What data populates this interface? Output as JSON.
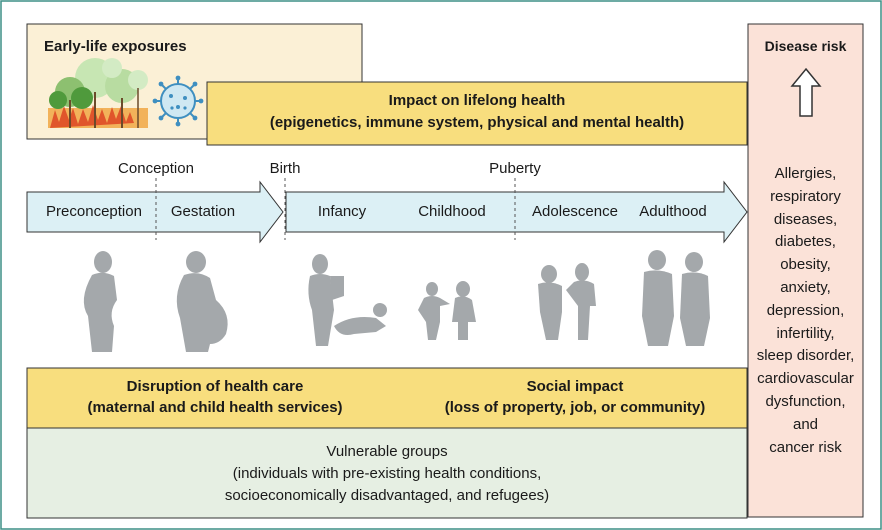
{
  "early_life": {
    "title": "Early-life exposures"
  },
  "impact": {
    "line1": "Impact on lifelong health",
    "line2": "(epigenetics, immune system, physical and mental health)"
  },
  "milestones": [
    "Conception",
    "Birth",
    "Puberty"
  ],
  "stages": [
    "Preconception",
    "Gestation",
    "Infancy",
    "Childhood",
    "Adolescence",
    "Adulthood"
  ],
  "disruption": {
    "line1": "Disruption of health care",
    "line2": "(maternal and child health services)"
  },
  "social": {
    "line1": "Social impact",
    "line2": "(loss of property, job, or community)"
  },
  "vulnerable": {
    "line1": "Vulnerable groups",
    "line2": "(individuals with pre-existing health conditions,",
    "line3": "socioeconomically disadvantaged, and refugees)"
  },
  "disease": {
    "title": "Disease risk",
    "items": [
      "Allergies,",
      "respiratory",
      "diseases,",
      "diabetes,",
      "obesity,",
      "anxiety,",
      "depression,",
      "infertility,",
      "sleep disorder,",
      "cardiovascular",
      "dysfunction,",
      "and",
      "cancer risk"
    ]
  },
  "colors": {
    "frame": "#3d8f86",
    "early_bg": "#fbf0d6",
    "yellow": "#f8de7e",
    "arrow_fill": "#dcf0f5",
    "green_bg": "#e6efe3",
    "disease_bg": "#fbe2d8",
    "silhouette": "#a4a8ab"
  }
}
